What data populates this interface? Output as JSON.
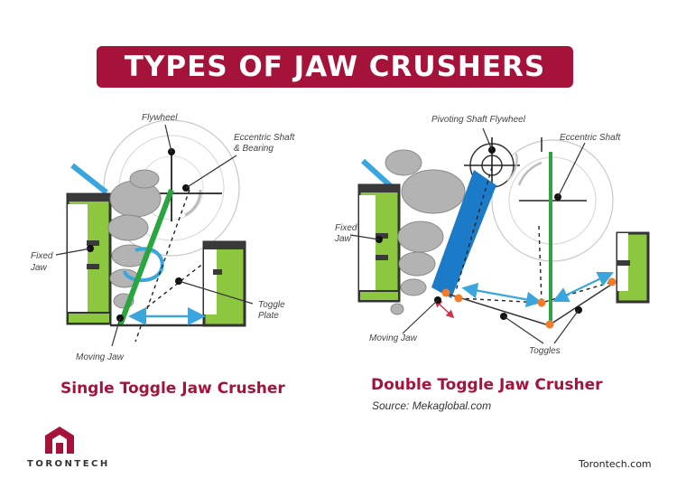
{
  "title": "TYPES OF JAW CRUSHERS",
  "single": {
    "caption": "Single Toggle Jaw Crusher",
    "labels": {
      "flywheel": "Flywheel",
      "eccentric_1": "Eccentric Shaft",
      "eccentric_2": "& Bearing",
      "fixed_1": "Fixed",
      "fixed_2": "Jaw",
      "toggle_1": "Toggle",
      "toggle_2": "Plate",
      "moving": "Moving Jaw"
    }
  },
  "double": {
    "caption": "Double Toggle Jaw Crusher",
    "source": "Source: Mekaglobal.com",
    "labels": {
      "pivot": "Pivoting Shaft Flywheel",
      "eccentric": "Eccentric Shaft",
      "fixed_1": "Fixed",
      "fixed_2": "Jaw",
      "moving": "Moving Jaw",
      "toggles": "Toggles"
    }
  },
  "brand": {
    "name": "TORONTECH",
    "site": "Torontech.com"
  },
  "colors": {
    "brand": "#a5133a",
    "green": "#8dc63f",
    "blue": "#1c7bc9",
    "arrow": "#3aa6dd",
    "orange": "#f47b2a"
  }
}
